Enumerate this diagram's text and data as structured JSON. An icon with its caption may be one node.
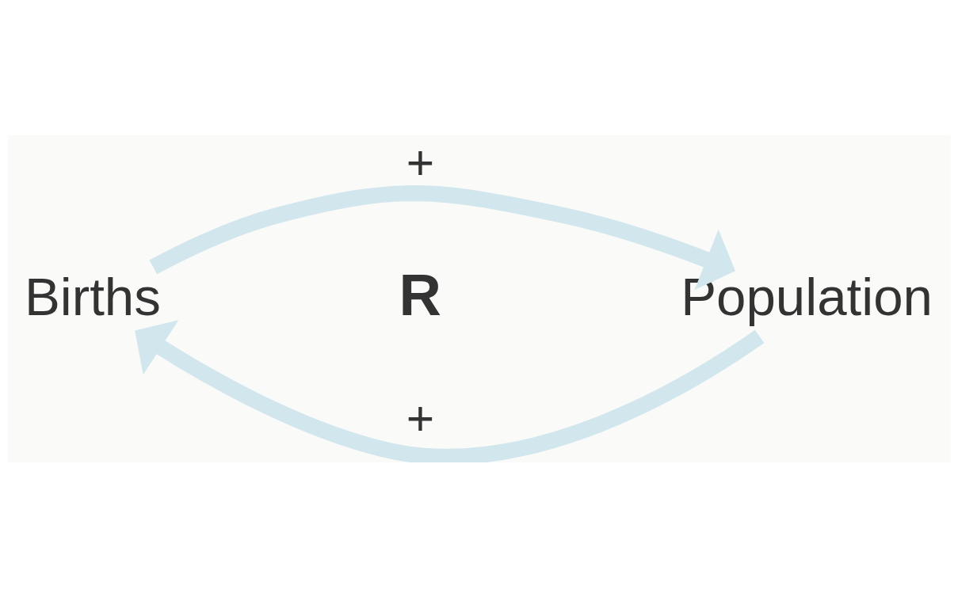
{
  "diagram": {
    "nodes": [
      {
        "text": [
          "Births"
        ]
      },
      {
        "text": [
          "Population"
        ]
      }
    ],
    "edges": [
      {
        "from": 0,
        "to": 1,
        "arrow": "to",
        "label": "+"
      },
      {
        "from": 1,
        "to": 0,
        "arrow": "to",
        "label": "+"
      }
    ],
    "labels": [
      "R"
    ]
  }
}
